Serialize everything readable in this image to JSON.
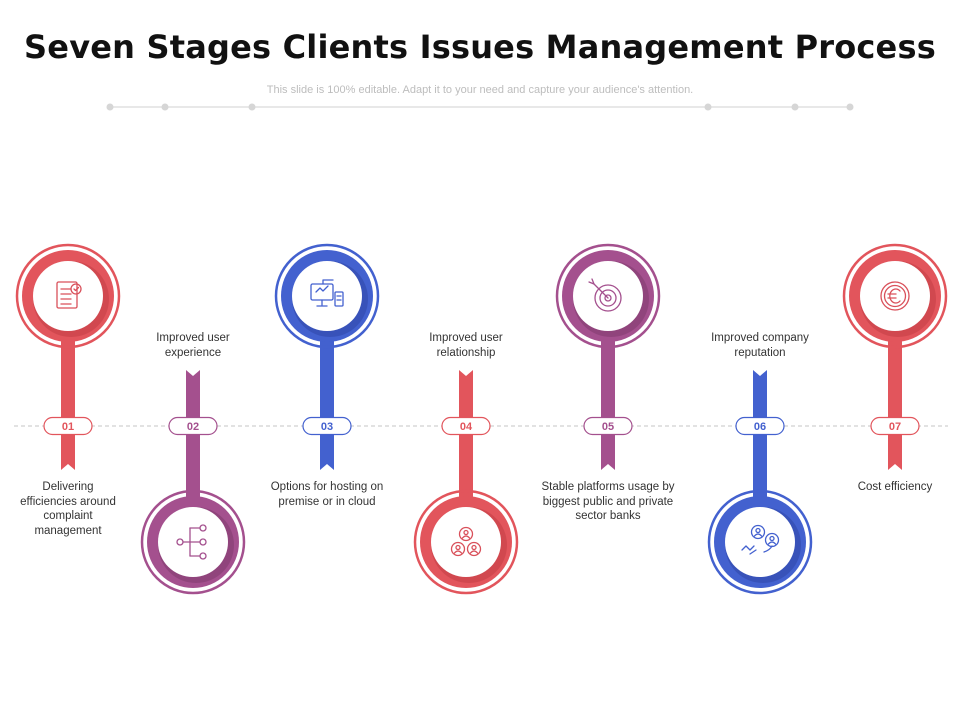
{
  "title": "Seven Stages Clients Issues Management Process",
  "subtitle": "This slide is 100% editable. Adapt it to your need and capture your audience's attention.",
  "colors": {
    "red": "#e2555c",
    "purple": "#a4508e",
    "blue": "#4361cf",
    "dark_red": "#c23e45",
    "dark_purple": "#7f3a6e",
    "dark_blue": "#2f47a8",
    "icon_red": "#d9505a"
  },
  "stages": [
    {
      "number": "01",
      "label": "Delivering efficiencies around complaint management",
      "icon": "document-check-icon",
      "color": "red"
    },
    {
      "number": "02",
      "label": "Improved user experience",
      "icon": "hierarchy-icon",
      "color": "purple"
    },
    {
      "number": "03",
      "label": "Options for hosting on premise or in cloud",
      "icon": "computer-server-icon",
      "color": "blue"
    },
    {
      "number": "04",
      "label": "Improved user relationship",
      "icon": "users-group-icon",
      "color": "red"
    },
    {
      "number": "05",
      "label": "Stable platforms usage by biggest public and private sector banks",
      "icon": "target-icon",
      "color": "purple"
    },
    {
      "number": "06",
      "label": "Improved company reputation",
      "icon": "people-exchange-icon",
      "color": "blue"
    },
    {
      "number": "07",
      "label": "Cost efficiency",
      "icon": "euro-coin-icon",
      "color": "red"
    }
  ]
}
